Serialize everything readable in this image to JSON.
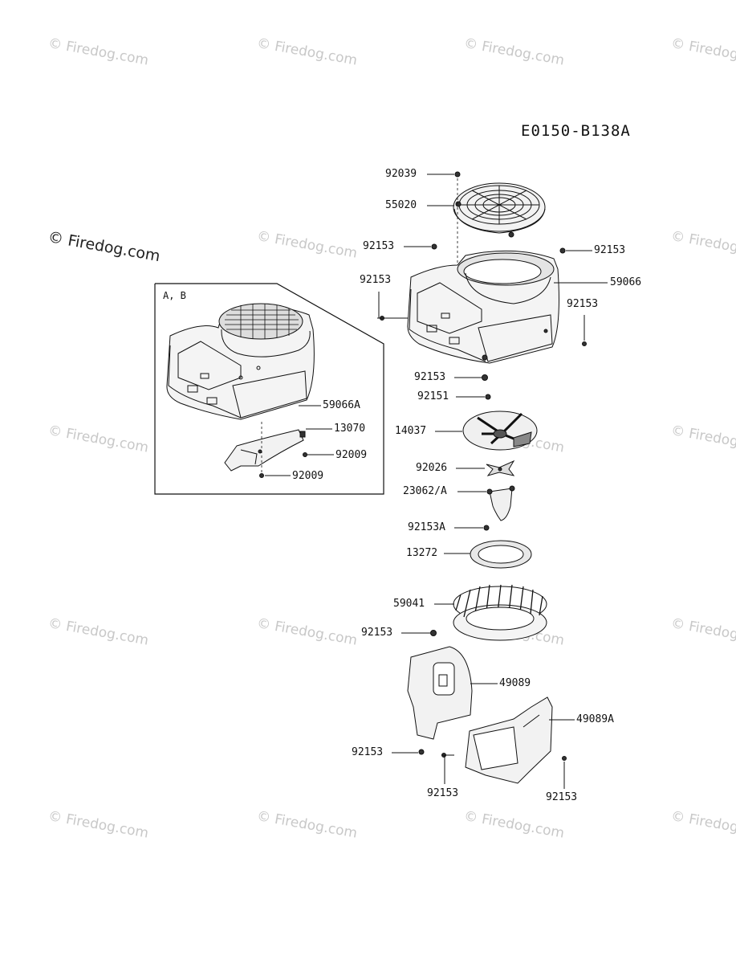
{
  "diagram": {
    "code": "E0150-B138A",
    "inset_label": "A, B",
    "watermarks": [
      "© Firedog.com"
    ],
    "parts": [
      {
        "id": "p-92039",
        "label": "92039"
      },
      {
        "id": "p-55020",
        "label": "55020"
      },
      {
        "id": "p-92153-a",
        "label": "92153"
      },
      {
        "id": "p-92153-b",
        "label": "92153"
      },
      {
        "id": "p-92153-c",
        "label": "92153"
      },
      {
        "id": "p-59066",
        "label": "59066"
      },
      {
        "id": "p-92153-d",
        "label": "92153"
      },
      {
        "id": "p-92153-e",
        "label": "92153"
      },
      {
        "id": "p-92151",
        "label": "92151"
      },
      {
        "id": "p-14037",
        "label": "14037"
      },
      {
        "id": "p-92026",
        "label": "92026"
      },
      {
        "id": "p-23062a",
        "label": "23062/A"
      },
      {
        "id": "p-92153a",
        "label": "92153A"
      },
      {
        "id": "p-13272",
        "label": "13272"
      },
      {
        "id": "p-59041",
        "label": "59041"
      },
      {
        "id": "p-92153-f",
        "label": "92153"
      },
      {
        "id": "p-49089",
        "label": "49089"
      },
      {
        "id": "p-49089a",
        "label": "49089A"
      },
      {
        "id": "p-92153-g",
        "label": "92153"
      },
      {
        "id": "p-92153-h",
        "label": "92153"
      },
      {
        "id": "p-92153-i",
        "label": "92153"
      },
      {
        "id": "p-59066a",
        "label": "59066A"
      },
      {
        "id": "p-13070",
        "label": "13070"
      },
      {
        "id": "p-92009-a",
        "label": "92009"
      },
      {
        "id": "p-92009-b",
        "label": "92009"
      }
    ]
  }
}
